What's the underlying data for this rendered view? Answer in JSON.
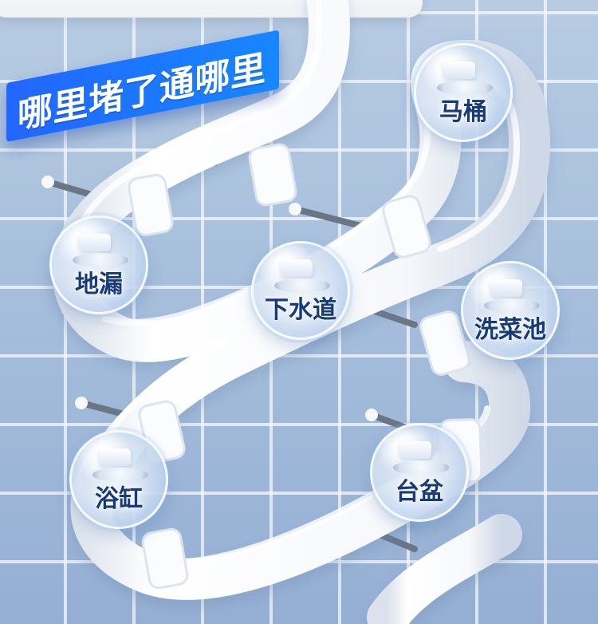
{
  "headline": {
    "text": "哪里堵了通哪里"
  },
  "locations": [
    {
      "id": "toilet",
      "label": "马桶"
    },
    {
      "id": "floor-drain",
      "label": "地漏"
    },
    {
      "id": "sewer",
      "label": "下水道"
    },
    {
      "id": "vegetable-sink",
      "label": "洗菜池"
    },
    {
      "id": "bathtub",
      "label": "浴缸"
    },
    {
      "id": "basin",
      "label": "台盆"
    }
  ],
  "colors": {
    "accent": "#1e74ff",
    "wall_tile": "#a9c1df",
    "pipe": "#ffffff",
    "label": "#173a78"
  }
}
